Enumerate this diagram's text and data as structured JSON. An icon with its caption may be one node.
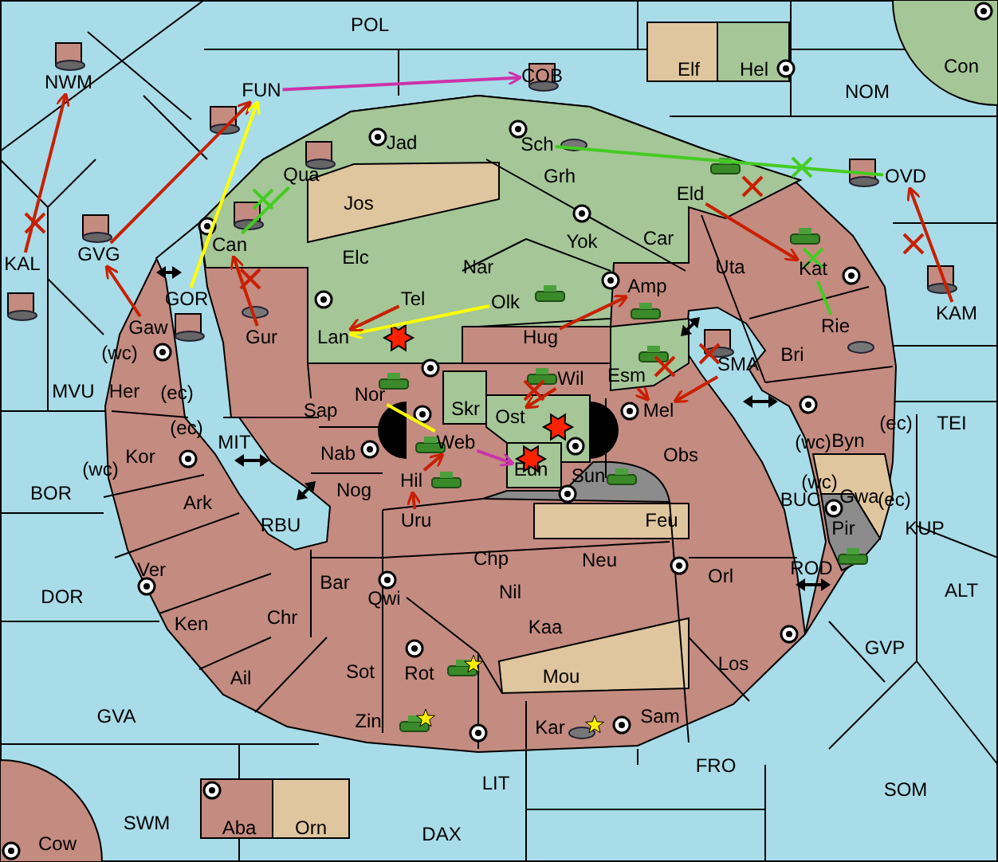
{
  "diagram": {
    "nodes": [
      {
        "text": [
          "POL"
        ]
      },
      {
        "text": [
          "COB"
        ]
      },
      {
        "text": [
          "Elf"
        ]
      },
      {
        "text": [
          "Hel"
        ]
      },
      {
        "text": [
          "Con"
        ]
      },
      {
        "text": [
          "NWM"
        ]
      },
      {
        "text": [
          "FUN"
        ]
      },
      {
        "text": [
          "NOM"
        ]
      },
      {
        "text": [
          "Jad"
        ]
      },
      {
        "text": [
          "Sch"
        ]
      },
      {
        "text": [
          "Qua"
        ]
      },
      {
        "text": [
          "Grh"
        ]
      },
      {
        "text": [
          "OVD"
        ]
      },
      {
        "text": [
          "Eld"
        ]
      },
      {
        "text": [
          "Jos"
        ]
      },
      {
        "text": [
          "Can"
        ]
      },
      {
        "text": [
          "Yok"
        ]
      },
      {
        "text": [
          "Car"
        ]
      },
      {
        "text": [
          "Uta"
        ]
      },
      {
        "text": [
          "Elc"
        ]
      },
      {
        "text": [
          "KAL"
        ]
      },
      {
        "text": [
          "GVG"
        ]
      },
      {
        "text": [
          "Nar"
        ]
      },
      {
        "text": [
          "Kat"
        ]
      },
      {
        "text": [
          "Amp"
        ]
      },
      {
        "text": [
          "GOR"
        ]
      },
      {
        "text": [
          "Tel"
        ]
      },
      {
        "text": [
          "Olk"
        ]
      },
      {
        "text": [
          "KAM"
        ]
      },
      {
        "text": [
          "Rie"
        ]
      },
      {
        "text": [
          "Gaw"
        ]
      },
      {
        "text": [
          "Gur"
        ]
      },
      {
        "text": [
          "Lan"
        ]
      },
      {
        "text": [
          "Hug"
        ]
      },
      {
        "text": [
          "Bri"
        ]
      },
      {
        "text": [
          "SMA"
        ]
      },
      {
        "text": [
          "Esm"
        ]
      },
      {
        "text": [
          "Wil"
        ]
      },
      {
        "text": [
          "MVU"
        ]
      },
      {
        "text": [
          "Her"
        ]
      },
      {
        "text": [
          "Skr"
        ]
      },
      {
        "text": [
          "Nor"
        ]
      },
      {
        "text": [
          "Sap"
        ]
      },
      {
        "text": [
          "Ost"
        ]
      },
      {
        "text": [
          "Mel"
        ]
      },
      {
        "text": [
          "TEI"
        ]
      },
      {
        "text": [
          "MIT"
        ]
      },
      {
        "text": [
          "Byn"
        ]
      },
      {
        "text": [
          "Web"
        ]
      },
      {
        "text": [
          "Kor"
        ]
      },
      {
        "text": [
          "Nab"
        ]
      },
      {
        "text": [
          "Obs"
        ]
      },
      {
        "text": [
          "Eun"
        ]
      },
      {
        "text": [
          "Hil"
        ]
      },
      {
        "text": [
          "Sun"
        ]
      },
      {
        "text": [
          "Nog"
        ]
      },
      {
        "text": [
          "BOR"
        ]
      },
      {
        "text": [
          "BUC"
        ]
      },
      {
        "text": [
          "Gwa"
        ]
      },
      {
        "text": [
          "Ark"
        ]
      },
      {
        "text": [
          "RBU"
        ]
      },
      {
        "text": [
          "Feu"
        ]
      },
      {
        "text": [
          "KUP"
        ]
      },
      {
        "text": [
          "Uru"
        ]
      },
      {
        "text": [
          "Pir"
        ]
      },
      {
        "text": [
          "Ver"
        ]
      },
      {
        "text": [
          "Chp"
        ]
      },
      {
        "text": [
          "Neu"
        ]
      },
      {
        "text": [
          "ROD"
        ]
      },
      {
        "text": [
          "Orl"
        ]
      },
      {
        "text": [
          "Bar"
        ]
      },
      {
        "text": [
          "DOR"
        ]
      },
      {
        "text": [
          "Qwi"
        ]
      },
      {
        "text": [
          "Nil"
        ]
      },
      {
        "text": [
          "ALT"
        ]
      },
      {
        "text": [
          "Ken"
        ]
      },
      {
        "text": [
          "Chr"
        ]
      },
      {
        "text": [
          "Kaa"
        ]
      },
      {
        "text": [
          "GVP"
        ]
      },
      {
        "text": [
          "Los"
        ]
      },
      {
        "text": [
          "Ail"
        ]
      },
      {
        "text": [
          "Sot"
        ]
      },
      {
        "text": [
          "Rot"
        ]
      },
      {
        "text": [
          "Mou"
        ]
      },
      {
        "text": [
          "GVA"
        ]
      },
      {
        "text": [
          "Sam"
        ]
      },
      {
        "text": [
          "Zin"
        ]
      },
      {
        "text": [
          "Kar"
        ]
      },
      {
        "text": [
          "FRO"
        ]
      },
      {
        "text": [
          "LIT"
        ]
      },
      {
        "text": [
          "SOM"
        ]
      },
      {
        "text": [
          "Aba"
        ]
      },
      {
        "text": [
          "Orn"
        ]
      },
      {
        "text": [
          "SWM"
        ]
      },
      {
        "text": [
          "DAX"
        ]
      },
      {
        "text": [
          "Cow"
        ]
      }
    ],
    "edges": [
      {
        "from": 20,
        "to": 5,
        "arrow": "to"
      },
      {
        "from": 30,
        "to": 21,
        "arrow": "to"
      },
      {
        "from": 21,
        "to": 6,
        "arrow": "to"
      },
      {
        "from": 6,
        "to": 1,
        "arrow": "to",
        "color": "#cc33aa"
      },
      {
        "from": 25,
        "to": 6,
        "arrow": "to",
        "color": "#ffff00"
      },
      {
        "from": 10,
        "to": 15,
        "arrow": "none",
        "color": "#44cc22"
      },
      {
        "from": 31,
        "to": 15,
        "arrow": "to"
      },
      {
        "from": 27,
        "to": 32,
        "arrow": "to",
        "color": "#ffff00"
      },
      {
        "from": 26,
        "to": 32,
        "arrow": "to"
      },
      {
        "from": 33,
        "to": 24,
        "arrow": "to"
      },
      {
        "from": 9,
        "to": 12,
        "arrow": "none",
        "color": "#44cc22"
      },
      {
        "from": 13,
        "to": 23,
        "arrow": "to"
      },
      {
        "from": 29,
        "to": 23,
        "arrow": "none",
        "color": "#44cc22"
      },
      {
        "from": 28,
        "to": 12,
        "arrow": "to"
      },
      {
        "from": 36,
        "to": 44,
        "arrow": "to"
      },
      {
        "from": 35,
        "to": 44,
        "arrow": "to"
      },
      {
        "from": 37,
        "to": 43,
        "arrow": "to"
      },
      {
        "from": 41,
        "to": 48,
        "arrow": "none",
        "color": "#ffff00"
      },
      {
        "from": 48,
        "to": 52,
        "arrow": "to",
        "color": "#cc33aa"
      },
      {
        "from": 53,
        "to": 48,
        "arrow": "to"
      },
      {
        "from": 63,
        "to": 53,
        "arrow": "to"
      }
    ],
    "labels": [
      "(wc)",
      "(ec)",
      "(ec)",
      "(wc)",
      "(ec)",
      "(wc)",
      "(wc)",
      "(ec)"
    ]
  }
}
